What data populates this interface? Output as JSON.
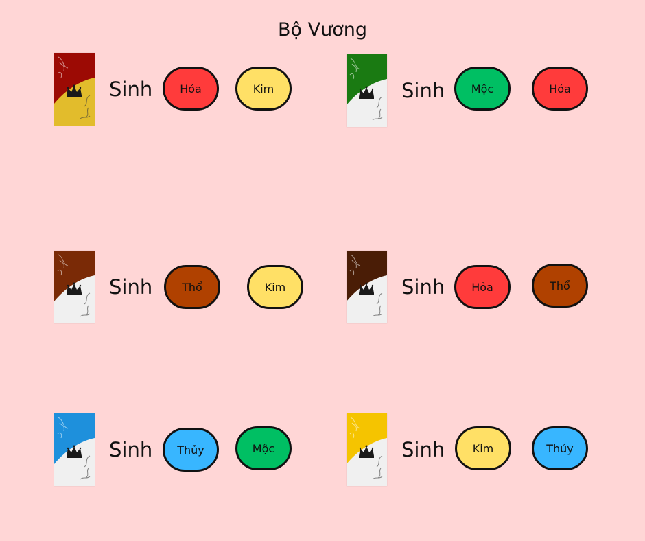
{
  "title": "Bộ Vương",
  "relation_word": "Sinh",
  "colors": {
    "background": "#ffd6d6",
    "hoa": "#ff3b3b",
    "kim": "#ffe066",
    "moc": "#00bf63",
    "tho": "#b04100",
    "thuy": "#38b6ff"
  },
  "cards": [
    {
      "card_top": "#9c0a04",
      "card_bottom": "#e2bc2c",
      "crown_icon": "crown-icon",
      "elements": [
        {
          "label": "Hỏa",
          "color": "#ff3b3b"
        },
        {
          "label": "Kim",
          "color": "#ffe066"
        }
      ]
    },
    {
      "card_top": "#1a7a12",
      "card_bottom": "#f0f0f0",
      "crown_icon": "crown-icon",
      "elements": [
        {
          "label": "Mộc",
          "color": "#00bf63"
        },
        {
          "label": "Hỏa",
          "color": "#ff3b3b"
        }
      ]
    },
    {
      "card_top": "#7a2a06",
      "card_bottom": "#f0f0f0",
      "crown_icon": "crown-icon",
      "elements": [
        {
          "label": "Thổ",
          "color": "#b04100"
        },
        {
          "label": "Kim",
          "color": "#ffe066"
        }
      ]
    },
    {
      "card_top": "#4a1d06",
      "card_bottom": "#f0f0f0",
      "crown_icon": "crown-icon",
      "elements": [
        {
          "label": "Hỏa",
          "color": "#ff3b3b"
        },
        {
          "label": "Thổ",
          "color": "#b04100"
        }
      ]
    },
    {
      "card_top": "#1e90dc",
      "card_bottom": "#f0f0f0",
      "crown_icon": "crown-icon",
      "elements": [
        {
          "label": "Thủy",
          "color": "#38b6ff"
        },
        {
          "label": "Mộc",
          "color": "#00bf63"
        }
      ]
    },
    {
      "card_top": "#f5c400",
      "card_bottom": "#f0f0f0",
      "crown_icon": "crown-icon",
      "elements": [
        {
          "label": "Kim",
          "color": "#ffe066"
        },
        {
          "label": "Thủy",
          "color": "#38b6ff"
        }
      ]
    }
  ]
}
